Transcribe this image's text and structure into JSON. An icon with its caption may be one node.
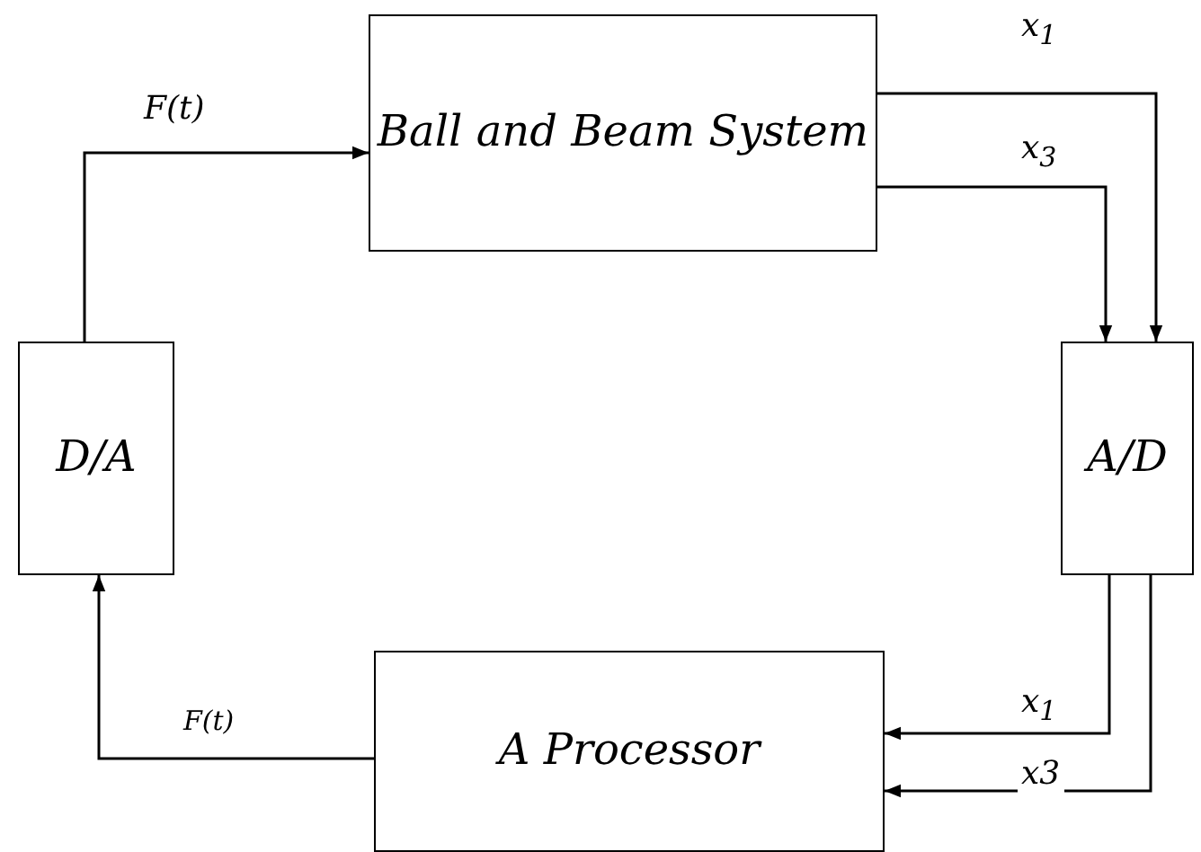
{
  "diagram": {
    "nodes": [
      {
        "text": [
          "Ball and Beam System"
        ]
      },
      {
        "text": [
          "D/A"
        ]
      },
      {
        "text": [
          "A/D"
        ]
      },
      {
        "text": [
          "A Processor"
        ]
      }
    ],
    "edges": [
      {
        "from": 1,
        "to": 0,
        "arrow": "to",
        "label": "F(t)"
      },
      {
        "from": 0,
        "to": 2,
        "arrow": "to",
        "label": "x$_{1}$"
      },
      {
        "from": 0,
        "to": 2,
        "arrow": "to",
        "label": "x$_{3}$"
      },
      {
        "from": 2,
        "to": 3,
        "arrow": "to",
        "label": "x$_{1}$"
      },
      {
        "from": 2,
        "to": 3,
        "arrow": "to",
        "label": "x3"
      },
      {
        "from": 3,
        "to": 1,
        "arrow": "to",
        "label": "F(t)"
      }
    ]
  }
}
